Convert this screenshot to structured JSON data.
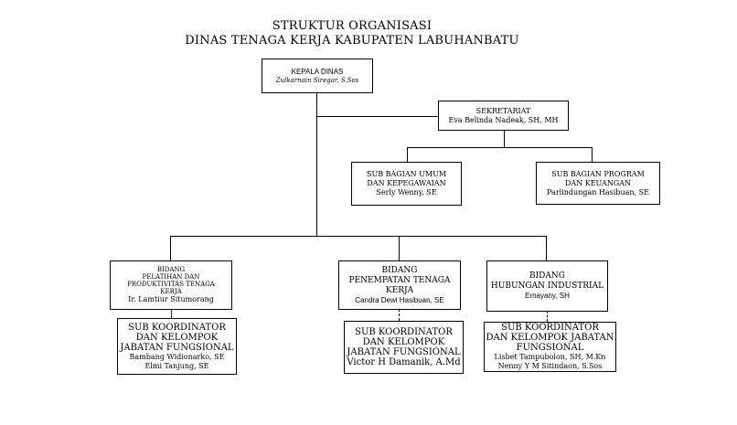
{
  "header": {
    "title_line1": "STRUKTUR ORGANISASI",
    "title_line2": "DINAS TENAGA KERJA KABUPATEN LABUHANBATU"
  },
  "kepala": {
    "title": "KEPALA DINAS",
    "name": "Zulkarnain Siregar, S.Sos"
  },
  "sekretariat": {
    "title": "SEKRETARIAT",
    "name": "Eva Belinda Nadeak, SH, MH"
  },
  "subbag_umum": {
    "line1": "SUB BAGIAN UMUM",
    "line2": "DAN KEPEGAWAIAN",
    "name": "Serly Wenny, SE"
  },
  "subbag_program": {
    "line1": "SUB BAGIAN PROGRAM",
    "line2": "DAN KEUANGAN",
    "name": "Parlindungan Hasibuan, SE"
  },
  "bidang_pelatihan": {
    "line1": "BIDANG",
    "line2": "PELATIHAN  DAN",
    "line3": "PRODUKTIVITAS  TENAGA",
    "line4": "KERJA",
    "name": "Ir. Lamtiur Situmorang"
  },
  "bidang_penempatan": {
    "line1": "BIDANG",
    "line2": "PENEMPATAN TENAGA",
    "line3": "KERJA",
    "name": "Candra Dewi Hasibuan, SE"
  },
  "bidang_hubungan": {
    "line1": "BIDANG",
    "line2": "HUBUNGAN INDUSTRIAL",
    "name": "Ernayany, SH"
  },
  "jf_pelatihan": {
    "line1": "SUB KOORDINATOR",
    "line2": "DAN KELOMPOK",
    "line3": "JABATAN FUNGSIONAL",
    "name1": "Bambang Widionarko, SE",
    "name2": "Elmi Tanjung, SE"
  },
  "jf_penempatan": {
    "line1": "SUB KOORDINATOR",
    "line2": "DAN KELOMPOK",
    "line3": "JABATAN FUNGSIONAL",
    "name1": "Victor H Damanik, A.Md"
  },
  "jf_hubungan": {
    "line1": "SUB KOORDINATOR",
    "line2": "DAN KELOMPOK JABATAN",
    "line3": "FUNGSIONAL",
    "name1": "Lisbet Tampubolon, SH, M.Kn",
    "name2": "Nenny  Y M Sitindaon, S.Sos"
  }
}
